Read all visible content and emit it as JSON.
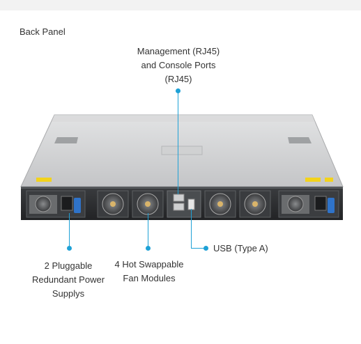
{
  "title": "Back Panel",
  "callouts": {
    "management": {
      "lines": [
        "Management (RJ45)",
        "and Console Ports",
        "(RJ45)"
      ]
    },
    "usb": {
      "lines": [
        "USB (Type A)"
      ]
    },
    "fans": {
      "lines": [
        "4 Hot Swappable",
        "Fan Modules"
      ]
    },
    "power": {
      "lines": [
        "2 Pluggable",
        "Redundant Power",
        "Supplys"
      ]
    }
  },
  "colors": {
    "accent": "#1ea1d6",
    "chassis_top": "#c9cacb",
    "chassis_front": "#2a2c2e",
    "warning_label": "#f3d31b"
  }
}
